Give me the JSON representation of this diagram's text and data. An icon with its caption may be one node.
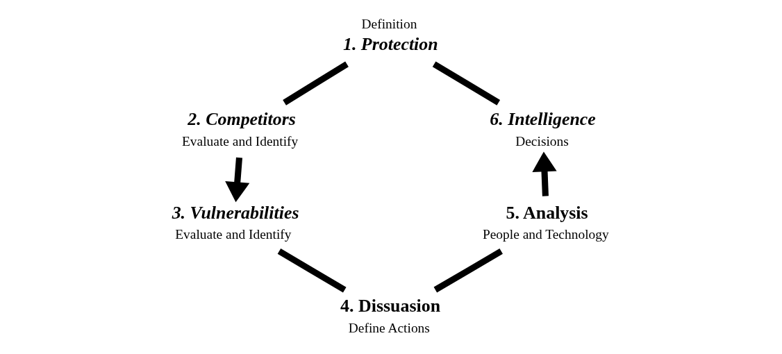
{
  "diagram": {
    "nodes": [
      {
        "text": [
          "Definition",
          "1. Protection"
        ]
      },
      {
        "text": [
          "2. Competitors",
          "Evaluate and Identify"
        ]
      },
      {
        "text": [
          "3. Vulnerabilities",
          "Evaluate and Identify"
        ]
      },
      {
        "text": [
          "4. Dissuasion",
          "Define Actions"
        ]
      },
      {
        "text": [
          "5. Analysis",
          "People and Technology"
        ]
      },
      {
        "text": [
          "6. Intelligence",
          "Decisions"
        ]
      }
    ],
    "edges": [
      {
        "from": 0,
        "to": 1,
        "arrow": "none"
      },
      {
        "from": 1,
        "to": 2,
        "arrow": "to"
      },
      {
        "from": 2,
        "to": 3,
        "arrow": "none"
      },
      {
        "from": 3,
        "to": 4,
        "arrow": "none"
      },
      {
        "from": 4,
        "to": 5,
        "arrow": "to"
      },
      {
        "from": 5,
        "to": 0,
        "arrow": "none"
      }
    ]
  }
}
